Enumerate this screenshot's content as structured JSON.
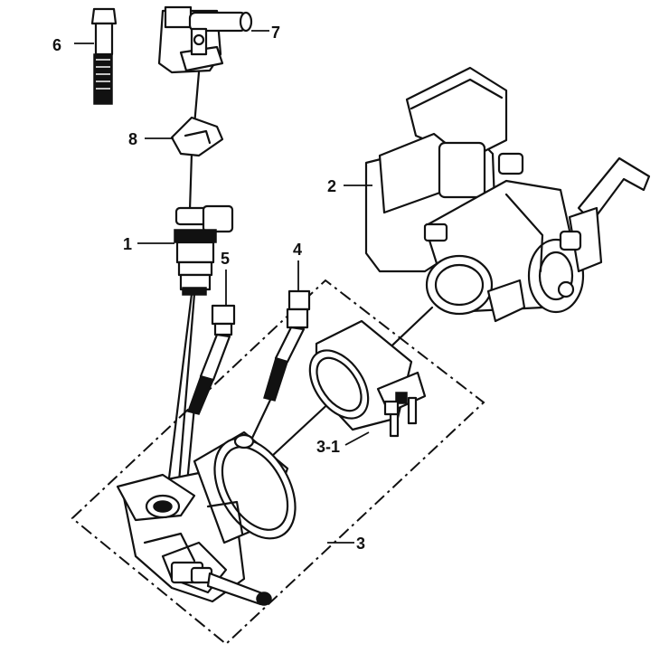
{
  "diagram": {
    "callouts": [
      {
        "id": "c1",
        "label": "1"
      },
      {
        "id": "c2",
        "label": "2"
      },
      {
        "id": "c3",
        "label": "3"
      },
      {
        "id": "c31",
        "label": "3-1"
      },
      {
        "id": "c4",
        "label": "4"
      },
      {
        "id": "c5",
        "label": "5"
      },
      {
        "id": "c6",
        "label": "6"
      },
      {
        "id": "c7",
        "label": "7"
      },
      {
        "id": "c8",
        "label": "8"
      }
    ]
  }
}
